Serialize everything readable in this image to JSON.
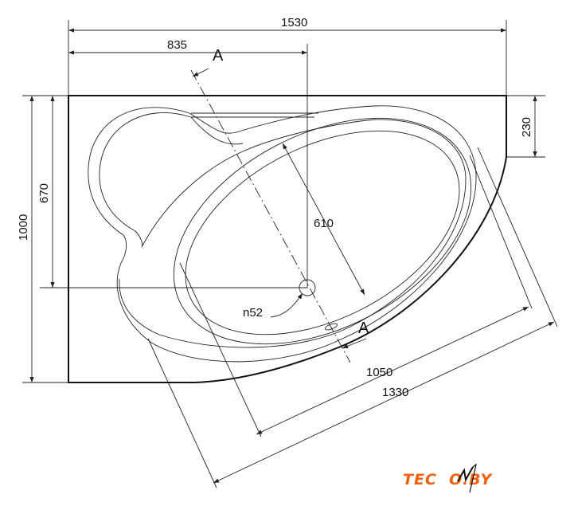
{
  "title": "Corner bathtub plan drawing",
  "dimensions": {
    "overall_width": "1530",
    "drain_offset_x": "835",
    "right_side_height": "230",
    "overall_depth": "1000",
    "drain_offset_y": "670",
    "inner_width": "610",
    "inner_length": "1050",
    "outer_length": "1330",
    "drain_diameter": "n52"
  },
  "section_marks": [
    "A",
    "A"
  ],
  "logo": {
    "text": "TECNO.BY",
    "color": "#f0600f"
  }
}
